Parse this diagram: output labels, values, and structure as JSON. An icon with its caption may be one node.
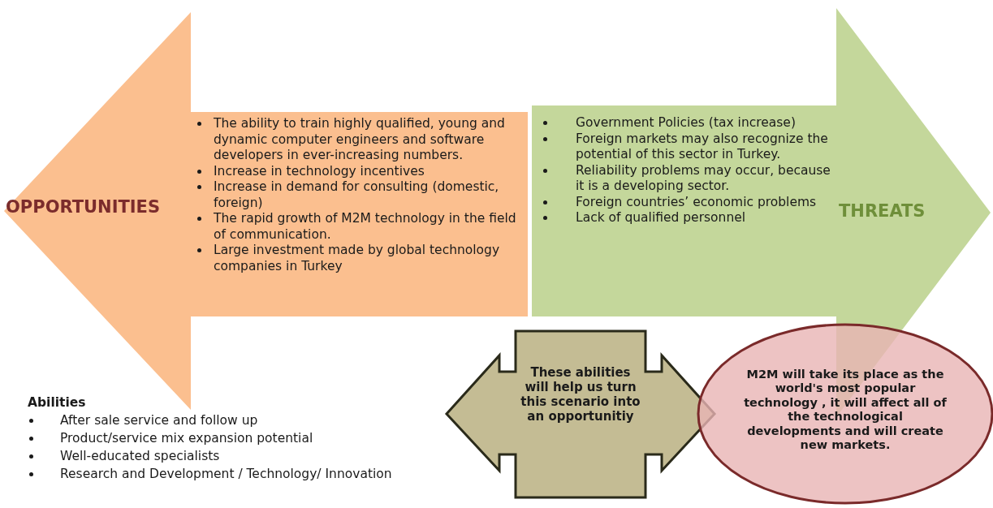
{
  "diagram": {
    "nodes": [
      {
        "text": [
          "OPPORTUNITIES",
          "The ability to train highly qualified, young and dynamic computer engineers and software developers in ever-increasing numbers.",
          "Increase in technology incentives",
          "Increase in demand for consulting (domestic, foreign)",
          "The rapid growth of M2M technology in the field of communication.",
          "Large investment made by global technology companies in Turkey"
        ]
      },
      {
        "text": [
          "THREATS",
          "Government Policies (tax increase)",
          "Foreign markets may also recognize the potential of this sector in Turkey.",
          "Reliability problems may occur, because it is a developing sector.",
          "Foreign countries’ economic problems",
          "Lack of qualified personnel"
        ]
      },
      {
        "text": [
          "These abilities will help us turn this scenario into an opportunitiy"
        ]
      },
      {
        "text": [
          "M2M will take its place as the world's most popular technology , it will affect all of the technological developments and will create new markets."
        ]
      }
    ],
    "edges": [],
    "labels": [
      "Abilities",
      "After sale service and follow up",
      "Product/service mix expansion potential",
      "Well-educated specialists",
      "Research and Development / Technology/ Innovation"
    ]
  }
}
